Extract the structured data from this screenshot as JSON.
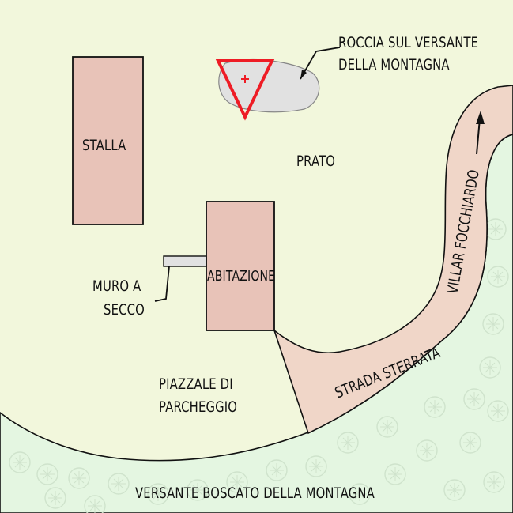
{
  "map": {
    "colors": {
      "meadow": "#f2f7dc",
      "forest": "#e4f6e1",
      "building": "#e8c3b8",
      "road": "#f0d6c8",
      "rock": "#e1e1e1",
      "marker": "#ee1c25",
      "outline": "#111111"
    },
    "labels": {
      "stalla": "STALLA",
      "abitazione": "ABITAZIONE",
      "prato": "PRATO",
      "roccia_line1": "ROCCIA SUL VERSANTE",
      "roccia_line2": "DELLA MONTAGNA",
      "muro_line1": "MURO A",
      "muro_line2": "SECCO",
      "piazzale_line1": "PIAZZALE DI",
      "piazzale_line2": "PARCHEGGIO",
      "strada": "STRADA STERRATA",
      "villar": "VILLAR FOCCHIARDO",
      "versante": "VERSANTE BOSCATO DELLA MONTAGNA"
    },
    "icons": {
      "marker": "warning-triangle-icon",
      "direction": "arrow-up-icon",
      "trees": "tree-symbol-icon"
    }
  }
}
